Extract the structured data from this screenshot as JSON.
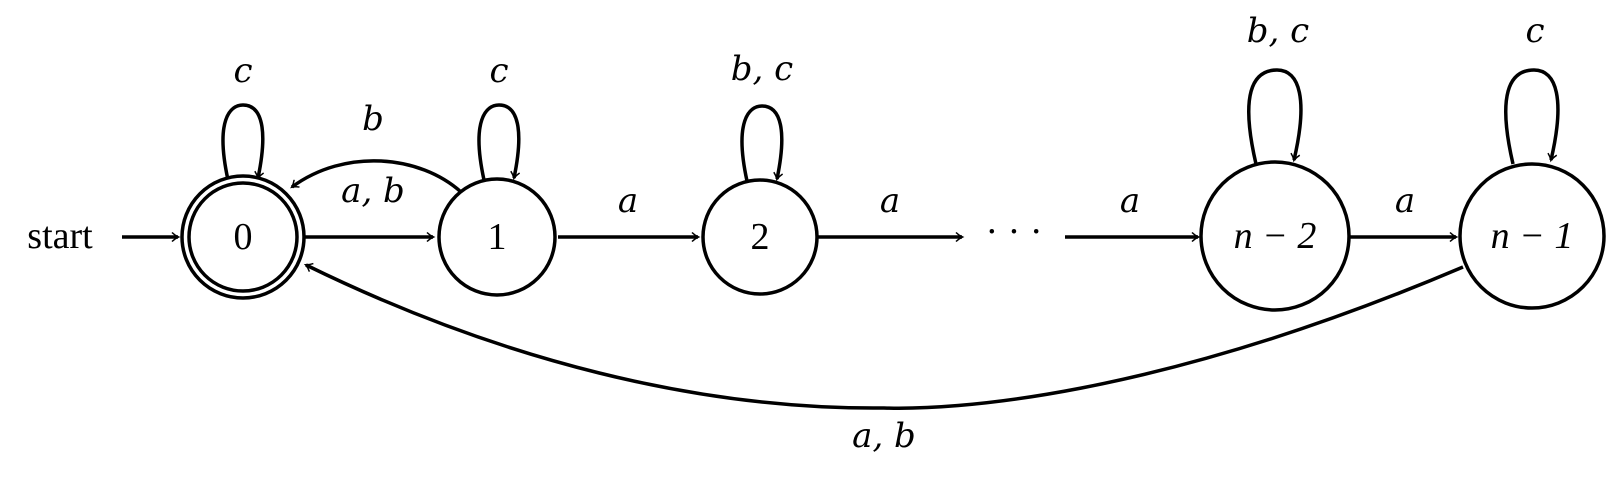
{
  "start_label": "start",
  "states": [
    {
      "id": "0",
      "label": "0",
      "accepting": true
    },
    {
      "id": "1",
      "label": "1",
      "accepting": false
    },
    {
      "id": "2",
      "label": "2",
      "accepting": false
    },
    {
      "id": "n-2",
      "label": "n − 2",
      "accepting": false
    },
    {
      "id": "n-1",
      "label": "n − 1",
      "accepting": false
    }
  ],
  "ellipsis": "· · ·",
  "transitions": [
    {
      "from": "0",
      "to": "0",
      "label": "c"
    },
    {
      "from": "0",
      "to": "1",
      "label": "a, b"
    },
    {
      "from": "1",
      "to": "0",
      "label": "b"
    },
    {
      "from": "1",
      "to": "1",
      "label": "c"
    },
    {
      "from": "1",
      "to": "2",
      "label": "a"
    },
    {
      "from": "2",
      "to": "2",
      "label": "b, c"
    },
    {
      "from": "2",
      "to": "…",
      "label": "a"
    },
    {
      "from": "…",
      "to": "n-2",
      "label": "a"
    },
    {
      "from": "n-2",
      "to": "n-2",
      "label": "b, c"
    },
    {
      "from": "n-2",
      "to": "n-1",
      "label": "a"
    },
    {
      "from": "n-1",
      "to": "n-1",
      "label": "c"
    },
    {
      "from": "n-1",
      "to": "0",
      "label": "a, b"
    }
  ]
}
